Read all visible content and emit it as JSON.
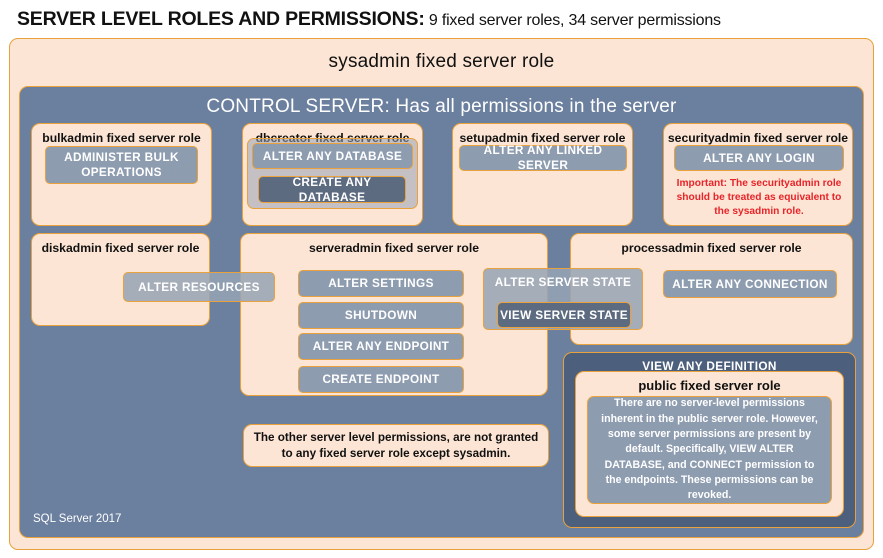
{
  "title": {
    "strong": "SERVER LEVEL ROLES AND PERMISSIONS:",
    "rest": " 9 fixed server roles, 34 server permissions"
  },
  "outer": {
    "sysadmin_title": "sysadmin fixed server role",
    "control_server_title": "CONTROL SERVER: Has all permissions in the server",
    "footer": "SQL Server 2017"
  },
  "roles": {
    "bulkadmin": {
      "title": "bulkadmin  fixed server role",
      "permissions": [
        "ADMINISTER  BULK OPERATIONS"
      ]
    },
    "dbcreator": {
      "title": "dbcreator fixed server role",
      "permissions": [
        "ALTER ANY DATABASE",
        "CREATE  ANY DATABASE"
      ]
    },
    "setupadmin": {
      "title": "setupadmin fixed server role",
      "permissions": [
        "ALTER ANY LINKED SERVER"
      ]
    },
    "securityadmin": {
      "title": "securityadmin  fixed server role",
      "permissions": [
        "ALTER ANY LOGIN"
      ],
      "note": "Important:  The securityadmin role should  be treated as equivalent to the  sysadmin role."
    },
    "diskadmin": {
      "title": "diskadmin  fixed server role",
      "permissions": [
        "ALTER RESOURCES"
      ]
    },
    "serveradmin": {
      "title": "serveradmin fixed server role",
      "permissions": [
        "ALTER SETTINGS",
        "SHUTDOWN",
        "ALTER ANY ENDPOINT",
        "CREATE  ENDPOINT",
        "ALTER SERVER  STATE",
        "VIEW SERVER  STATE"
      ]
    },
    "processadmin": {
      "title": "processadmin fixed server role",
      "permissions": [
        "ALTER ANY CONNECTION"
      ]
    },
    "public": {
      "view_any_definition": "VIEW ANY DEFINITION",
      "title": "public  fixed server role",
      "note": "There are no server-level permissions inherent in the public server role. However, some server permissions are present by default. Specifically, VIEW ALTER DATABASE, and CONNECT permission to the endpoints. These permissions can be revoked."
    }
  },
  "notes": {
    "other_permissions": "The other server level permissions,  are not granted to any fixed server role except sysadmin."
  },
  "colors": {
    "peach": "#fce5d4",
    "gold_border": "#e8a13c",
    "slate_panel": "#6b7f9e",
    "dark_slate": "#4c5f7d",
    "pill": "#8e9cb0",
    "pill_dark": "#5d6b80",
    "alert_red": "#e8242a"
  }
}
